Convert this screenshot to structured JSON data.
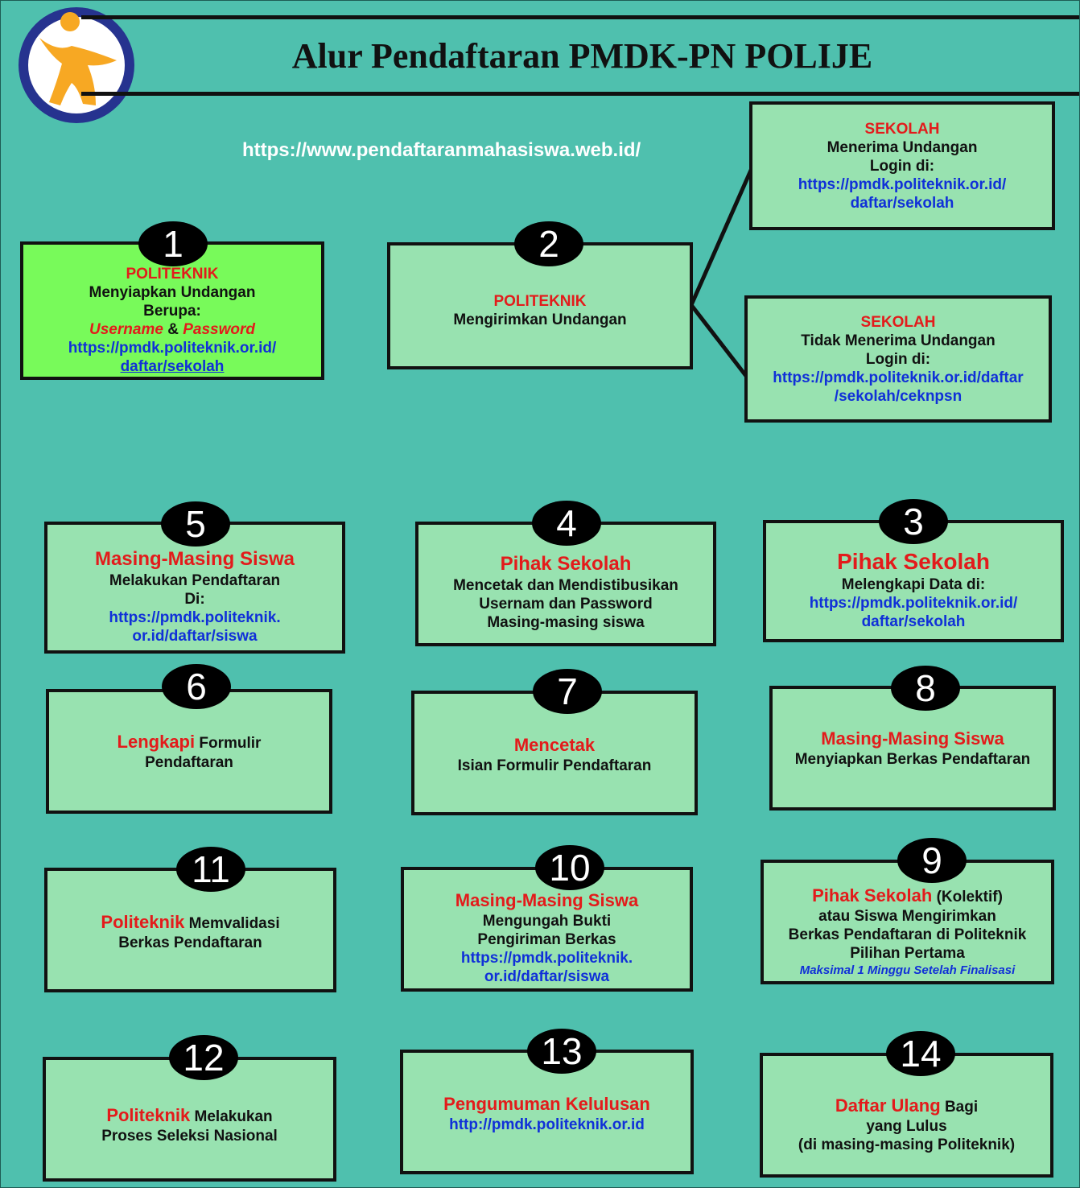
{
  "header": {
    "title": "Alur Pendaftaran PMDK-PN POLIJE",
    "url": "https://www.pendaftaranmahasiswa.web.id/"
  },
  "colors": {
    "background": "#4fc0ae",
    "box": "#98e2b0",
    "box_highlight": "#78fa5a",
    "accent_red": "#e31b1b",
    "link_blue": "#1030d8",
    "logo_ring": "#26338f",
    "logo_figure": "#f7a823"
  },
  "steps": {
    "s1": {
      "num": "1",
      "l1": "POLITEKNIK",
      "l2": "Menyiapkan Undangan",
      "l3": "Berupa:",
      "l4a": "Username",
      "l4b": "&",
      "l4c": "Password",
      "l5": "https://pmdk.politeknik.or.id/",
      "l6": "daftar/sekolah"
    },
    "s2": {
      "num": "2",
      "l1": "POLITEKNIK",
      "l2": "Mengirimkan Undangan"
    },
    "s2a": {
      "l1": "SEKOLAH",
      "l2": "Menerima Undangan",
      "l3": "Login di:",
      "l4": "https://pmdk.politeknik.or.id/",
      "l5": "daftar/sekolah"
    },
    "s2b": {
      "l1": "SEKOLAH",
      "l2a": "Tidak",
      "l2b": "Menerima Undangan",
      "l3": "Login di:",
      "l4": "https://pmdk.politeknik.or.id/daftar",
      "l5": "/sekolah/ceknpsn"
    },
    "s3": {
      "num": "3",
      "l1": "Pihak Sekolah",
      "l2": "Melengkapi Data di:",
      "l3": "https://pmdk.politeknik.or.id/",
      "l4": "daftar/sekolah"
    },
    "s4": {
      "num": "4",
      "l1": "Pihak Sekolah",
      "l2": "Mencetak dan Mendistibusikan",
      "l3": "Usernam dan Password",
      "l4": "Masing-masing siswa"
    },
    "s5": {
      "num": "5",
      "l1": "Masing-Masing Siswa",
      "l2": "Melakukan Pendaftaran",
      "l3": "Di:",
      "l4": "https://pmdk.politeknik.",
      "l5": "or.id/daftar/siswa"
    },
    "s6": {
      "num": "6",
      "l1a": "Lengkapi",
      "l1b": "Formulir",
      "l2": "Pendaftaran"
    },
    "s7": {
      "num": "7",
      "l1": "Mencetak",
      "l2": "Isian Formulir Pendaftaran"
    },
    "s8": {
      "num": "8",
      "l1": "Masing-Masing Siswa",
      "l2": "Menyiapkan Berkas Pendaftaran"
    },
    "s9": {
      "num": "9",
      "l1a": "Pihak Sekolah",
      "l1b": "(Kolektif)",
      "l2": "atau Siswa Mengirimkan",
      "l3": "Berkas Pendaftaran di Politeknik",
      "l4": "Pilihan Pertama",
      "l5": "Maksimal 1 Minggu Setelah Finalisasi"
    },
    "s10": {
      "num": "10",
      "l1": "Masing-Masing Siswa",
      "l2": "Mengungah Bukti",
      "l3": "Pengiriman Berkas",
      "l4": "https://pmdk.politeknik.",
      "l5": "or.id/daftar/siswa"
    },
    "s11": {
      "num": "11",
      "l1a": "Politeknik",
      "l1b": "Memvalidasi",
      "l2": "Berkas Pendaftaran"
    },
    "s12": {
      "num": "12",
      "l1a": "Politeknik",
      "l1b": "Melakukan",
      "l2": "Proses Seleksi Nasional"
    },
    "s13": {
      "num": "13",
      "l1": "Pengumuman Kelulusan",
      "l2": "http://pmdk.politeknik.or.id"
    },
    "s14": {
      "num": "14",
      "l1a": "Daftar Ulang",
      "l1b": "Bagi",
      "l2": "yang Lulus",
      "l3": "(di masing-masing Politeknik)"
    }
  }
}
